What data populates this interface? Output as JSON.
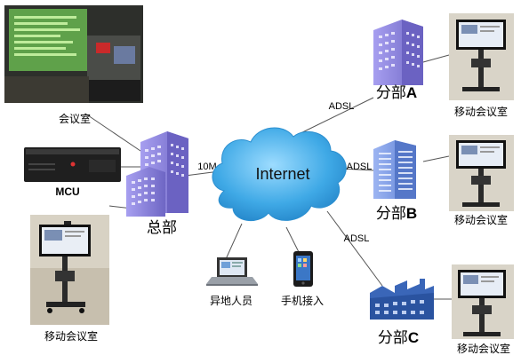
{
  "cloud": {
    "label": "Internet"
  },
  "hq": {
    "label": "总部",
    "uplink_label": "10M"
  },
  "hq_devices": {
    "room_label": "会议室",
    "mcu_label": "MCU",
    "mobile_room_label": "移动会议室"
  },
  "remote": [
    {
      "label": "异地人员"
    },
    {
      "label": "手机接入"
    }
  ],
  "branches": [
    {
      "name": "分部",
      "letter": "A",
      "link_label": "ADSL",
      "room_label": "移动会议室"
    },
    {
      "name": "分部",
      "letter": "B",
      "link_label": "ADSL",
      "room_label": "移动会议室"
    },
    {
      "name": "分部",
      "letter": "C",
      "link_label": "ADSL",
      "room_label": "移动会议室"
    }
  ],
  "colors": {
    "cloud": "#3fa9e6",
    "building_purple": "#8a82d6",
    "building_blue": "#6e8fdc",
    "line": "#555555"
  },
  "icons": {
    "hq": "office-building-icon",
    "branch_a": "tower-building-icon",
    "branch_b": "tower-building-icon",
    "branch_c": "factory-building-icon",
    "mcu": "rack-server-icon",
    "laptop": "laptop-icon",
    "phone": "smartphone-icon",
    "terminal": "video-conference-terminal-icon"
  }
}
